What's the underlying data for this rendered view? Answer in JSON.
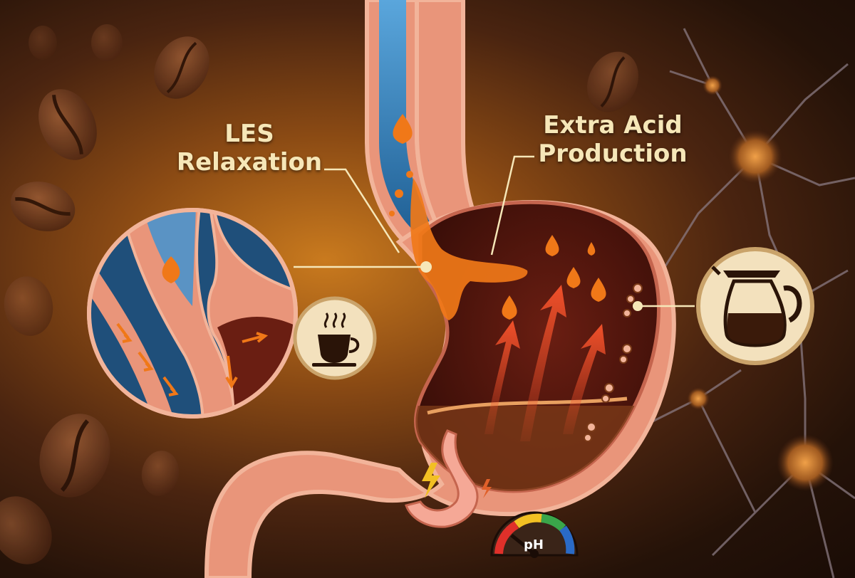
{
  "labels": {
    "les": "LES\nRelaxation",
    "acid": "Extra Acid\nProduction",
    "ph": "pH"
  },
  "icons": {
    "coffee_cup": "coffee-cup-icon",
    "coffee_pot": "coffee-pot-icon",
    "lightning": "lightning-icon",
    "ph_gauge": "ph-gauge-icon"
  },
  "colors": {
    "background_center": "#c97a1e",
    "background_edge": "#1a0c06",
    "tissue": "#e9957a",
    "tissue_outline": "#f2b49a",
    "stomach_interior": "#5a1a10",
    "esophagus_blue": "#3b86c6",
    "acid_orange": "#f07818",
    "arrow_red": "#f0502a",
    "label_text": "#f6e7b8",
    "badge_fill": "#f3e1bd",
    "badge_ring": "#caa36a"
  }
}
